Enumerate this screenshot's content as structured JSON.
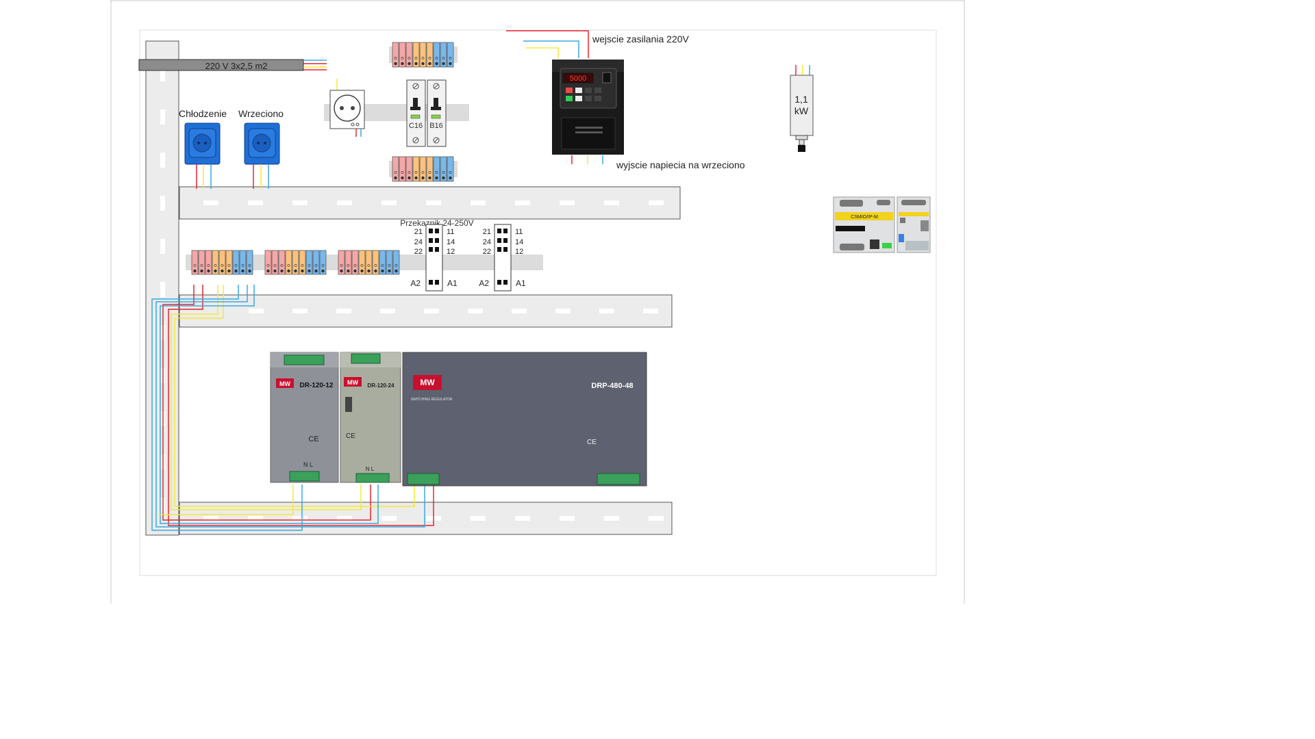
{
  "colors": {
    "wire_red": "#e8252b",
    "wire_yellow": "#f5e836",
    "wire_blue": "#3aa8e0",
    "term_red": "#f4a7a8",
    "term_orange": "#f9c27e",
    "term_blue": "#7ab8ea",
    "rail": "#ececec",
    "psu_grey": "#8f9199",
    "psu_green": "#a9ad9f",
    "psu_dark": "#5e6270",
    "inverter_body": "#1a1a1a",
    "socket_blue": "#1f6fd6"
  },
  "labels": {
    "power_cable": "220 V 3x2,5 m2",
    "power_input": "wejscie zasilania 220V",
    "spindle_output": "wyjscie napiecia na wrzeciono",
    "socket_cooling": "Chłodzenie",
    "socket_spindle": "Wrzeciono",
    "breaker1": "C16",
    "breaker2": "B16",
    "motor_power_line1": "1,1",
    "motor_power_line2": "kW",
    "relay_title": "Przekaznik 24-250V",
    "relay_left_top": [
      "21",
      "24",
      "22"
    ],
    "relay_right_top": [
      "11",
      "14",
      "12"
    ],
    "relay_a2": "A2",
    "relay_a1": "A1"
  },
  "inverter": {
    "display": "5000"
  },
  "power_supplies": [
    {
      "model": "DR-120-12",
      "brand": "MW",
      "ce": "CE",
      "terminals": "N    L"
    },
    {
      "model": "DR-120-24",
      "brand": "MW",
      "ce": "CE",
      "terminals": "N    L"
    },
    {
      "model": "DRP-480-48",
      "brand": "MW",
      "subtitle": "SWITCHING REGULATOR",
      "ce": "CE"
    }
  ],
  "controller": {
    "badge": "CSMIO/IP-M"
  }
}
